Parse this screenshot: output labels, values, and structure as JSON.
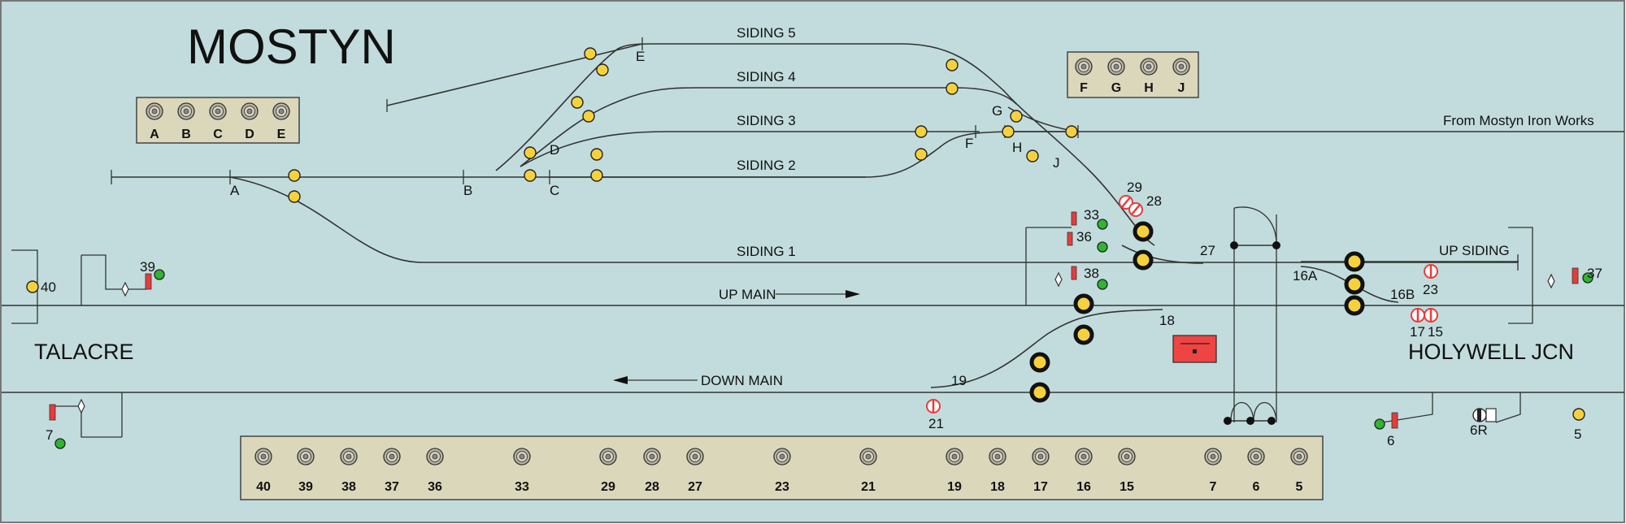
{
  "title": "MOSTYN",
  "locations": {
    "talacre": "TALACRE",
    "holywell": "HOLYWELL JCN",
    "iron_works": "From Mostyn Iron Works"
  },
  "tracks": {
    "siding5": "SIDING 5",
    "siding4": "SIDING 4",
    "siding3": "SIDING 3",
    "siding2": "SIDING 2",
    "siding1": "SIDING 1",
    "up_main": "UP MAIN",
    "down_main": "DOWN MAIN",
    "up_siding": "UP SIDING"
  },
  "points": {
    "A": "A",
    "B": "B",
    "C": "C",
    "D": "D",
    "E": "E",
    "F": "F",
    "G": "G",
    "H": "H",
    "J": "J"
  },
  "signals": {
    "s40": "40",
    "s39": "39",
    "s7": "7",
    "s33": "33",
    "s36": "36",
    "s38": "38",
    "s29": "29",
    "s28": "28",
    "s27": "27",
    "s16a": "16A",
    "s16b": "16B",
    "s23": "23",
    "s17": "17",
    "s15": "15",
    "s37": "37",
    "s18": "18",
    "s19": "19",
    "s21": "21",
    "s6": "6",
    "s6r": "6R",
    "s5": "5"
  },
  "ground_frame_left": {
    "switches": [
      "A",
      "B",
      "C",
      "D",
      "E"
    ]
  },
  "ground_frame_right": {
    "switches": [
      "F",
      "G",
      "H",
      "J"
    ]
  },
  "lever_frame": {
    "switches": [
      "40",
      "39",
      "38",
      "37",
      "36",
      "33",
      "29",
      "28",
      "27",
      "23",
      "21",
      "19",
      "18",
      "17",
      "16",
      "15",
      "7",
      "6",
      "5"
    ]
  },
  "colors": {
    "panel": "#c2dcdd",
    "frame": "#dbd7bb",
    "lamp": "#f6d13e",
    "signal_red": "#e83c3c",
    "green": "#2fb52f",
    "block_instrument": "#ee4444"
  }
}
